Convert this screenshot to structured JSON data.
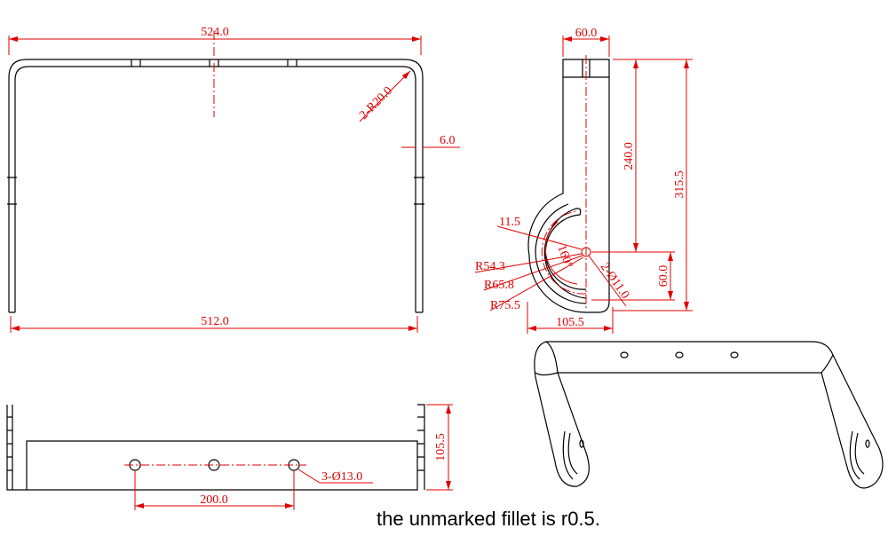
{
  "front_view": {
    "overall_width": "524.0",
    "inner_width": "512.0",
    "fillet_radius": "2-R20.0",
    "thickness": "6.0"
  },
  "side_view": {
    "top_width": "60.0",
    "height_to_hole": "240.0",
    "total_height": "315.5",
    "hole_to_bottom": "60.0",
    "hook_width": "105.5",
    "slot_width": "11.5",
    "angle": "160°",
    "r_inner": "R54.3",
    "r_mid": "R65.8",
    "r_outer": "R75.5",
    "holes": "2-Ø11.0"
  },
  "bottom_view": {
    "hole_spacing": "200.0",
    "depth": "105.5",
    "holes": "3-Ø13.0"
  },
  "note": "the unmarked fillet is r0.5.",
  "colors": {
    "dimension": "#e00000",
    "outline": "#000000"
  }
}
